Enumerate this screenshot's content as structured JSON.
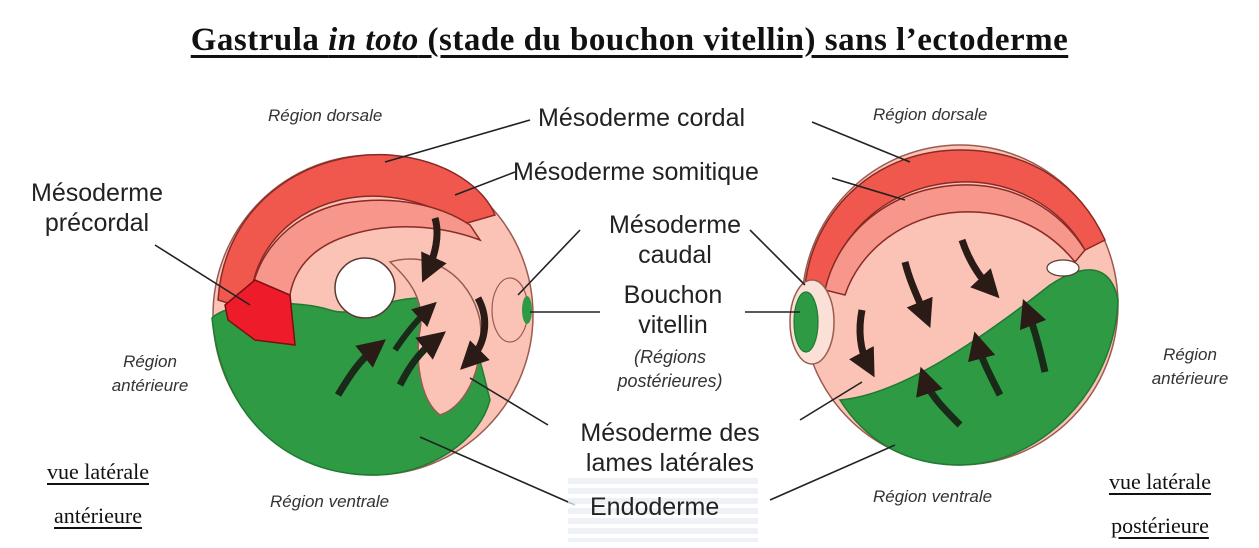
{
  "title": {
    "part1": "Gastrula ",
    "part2_italic": "in toto",
    "part3": " (stade du bouchon vitellin) sans l’ectoderme"
  },
  "labels": {
    "mesoderme_cordal": "Mésoderme cordal",
    "mesoderme_somitique": "Mésoderme somitique",
    "mesoderme_precordal_line1": "Mésoderme",
    "mesoderme_precordal_line2": "précordal",
    "mesoderme_caudal_line1": "Mésoderme",
    "mesoderme_caudal_line2": "caudal",
    "bouchon_line1": "Bouchon",
    "bouchon_line2": "vitellin",
    "regions_post_line1": "(Régions",
    "regions_post_line2": "postérieures)",
    "lames_line1": "Mésoderme des",
    "lames_line2": "lames latérales",
    "endoderme": "Endoderme"
  },
  "regions": {
    "dorsale_left": "Région dorsale",
    "dorsale_right": "Région dorsale",
    "anterieure_left_line1": "Région",
    "anterieure_left_line2": "antérieure",
    "anterieure_right_line1": "Région",
    "anterieure_right_line2": "antérieure",
    "ventrale_left": "Région ventrale",
    "ventrale_right": "Région ventrale"
  },
  "views": {
    "left_line1": "vue latérale",
    "left_line2": "antérieure",
    "right_line1": "vue latérale",
    "right_line2": "postérieure"
  },
  "colors": {
    "endoderm_green": "#2e9a44",
    "endoderm_dark": "#1f7a33",
    "cordal_red": "#f0584e",
    "somite_salmon": "#f7968a",
    "lateral_pink": "#fbc2b6",
    "precordal_red": "#ee1c2a",
    "arrow_dark": "#2a1b17"
  }
}
